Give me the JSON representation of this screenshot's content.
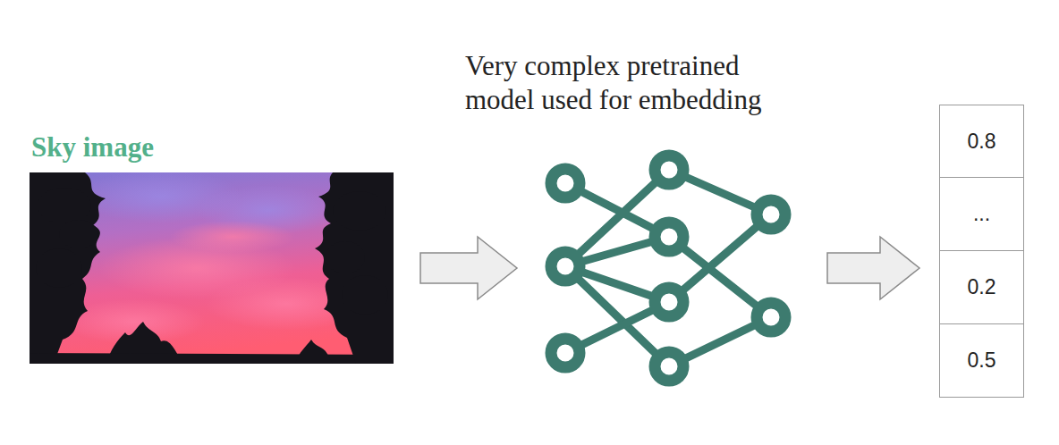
{
  "diagram": {
    "nodes": [
      {
        "text": [
          "Sky image"
        ]
      },
      {
        "text": [
          "Very complex pretrained model used for embedding"
        ]
      },
      {
        "text": [
          "0.8",
          "...",
          "0.2",
          "0.5"
        ]
      }
    ],
    "edges": [
      {
        "from": 0,
        "to": 1,
        "arrow": "to"
      },
      {
        "from": 1,
        "to": 2,
        "arrow": "to"
      }
    ]
  }
}
